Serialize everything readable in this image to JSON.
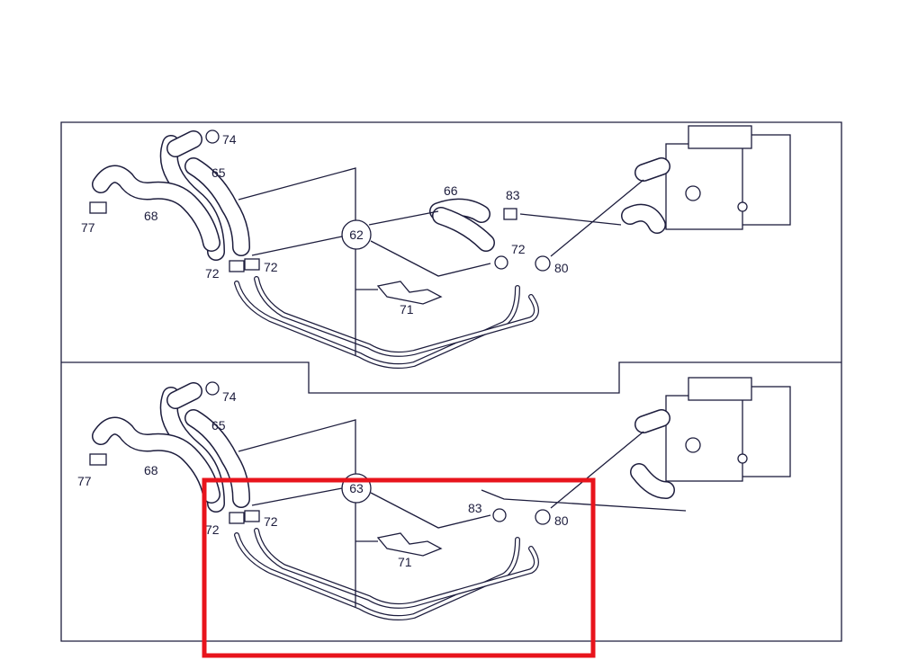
{
  "diagram": {
    "top_panel": {
      "group_ref": "62",
      "labels": {
        "clamp_top": "74",
        "hose_upper": "65",
        "clip_left": "77",
        "hose_lower": "68",
        "hose_mid": "66",
        "clamp_mid": "83",
        "clamp_small": "72",
        "clamp_right": "80",
        "clamp_left_a": "72",
        "clamp_left_b": "72",
        "bracket": "71"
      }
    },
    "bottom_panel": {
      "group_ref": "63",
      "labels": {
        "clamp_top": "74",
        "hose_upper": "65",
        "clip_left": "77",
        "hose_lower": "68",
        "clamp_mid": "83",
        "clamp_right": "80",
        "clamp_left_a": "72",
        "clamp_left_b": "72",
        "bracket": "71"
      }
    },
    "highlight_color": "#e8141c",
    "line_color": "#1d1d3d"
  }
}
